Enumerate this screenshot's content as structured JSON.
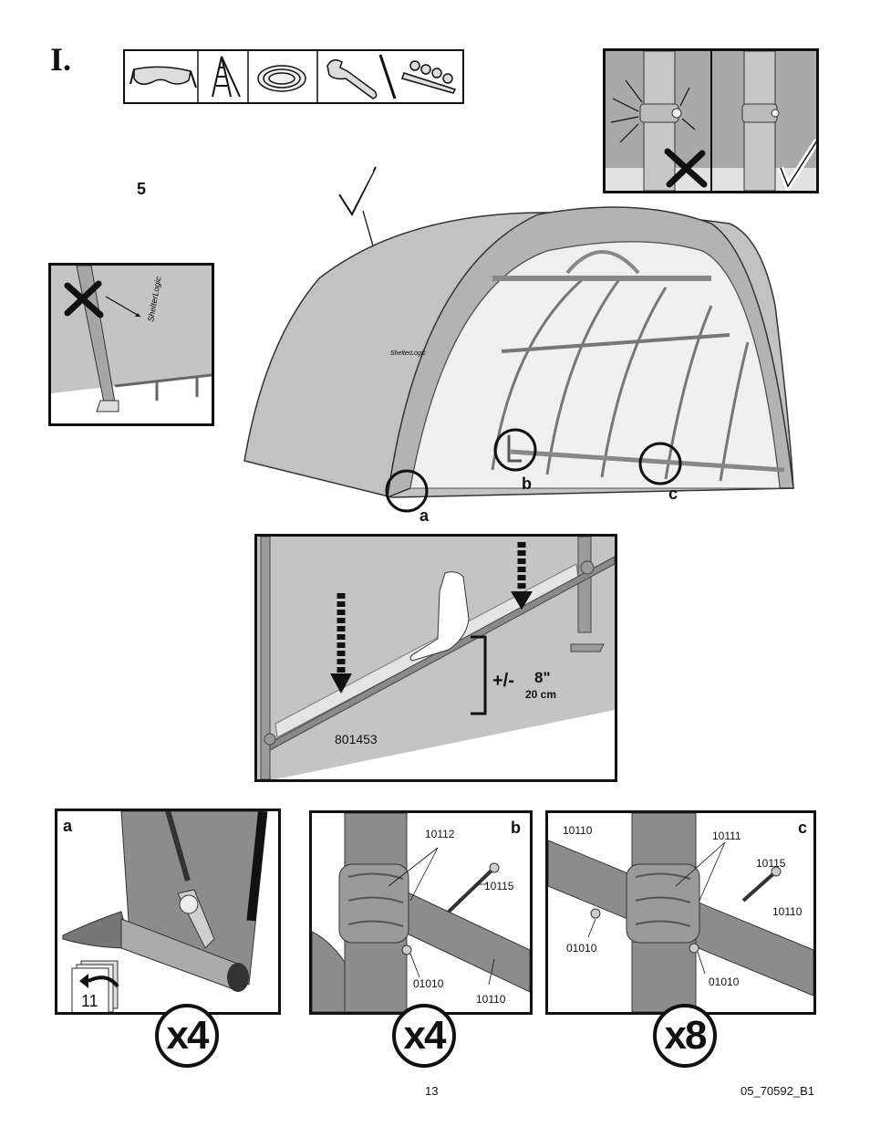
{
  "step": {
    "letter": "I."
  },
  "tools": [
    "safety-glasses",
    "step-ladder",
    "rope",
    "adjustable-wrench",
    "socket-set"
  ],
  "people_count": "5",
  "main_illustration": {
    "callouts": [
      "a",
      "b",
      "c"
    ],
    "logo_text": "ShelterLogic"
  },
  "crossbar_detail": {
    "part_number": "801453",
    "offset_sign": "+/-",
    "offset_imperial": "8\"",
    "offset_metric": "20 cm"
  },
  "detail_a": {
    "label": "a",
    "page_ref": "11",
    "multiplier": "x4"
  },
  "detail_b": {
    "label": "b",
    "parts": [
      "10112",
      "10115",
      "01010",
      "10110"
    ],
    "multiplier": "x4"
  },
  "detail_c": {
    "label": "c",
    "parts": [
      "10110",
      "10111",
      "10115",
      "10110",
      "01010",
      "01010"
    ],
    "multiplier": "x8"
  },
  "footer": {
    "page_number": "13",
    "doc_code": "05_70592_B1"
  }
}
